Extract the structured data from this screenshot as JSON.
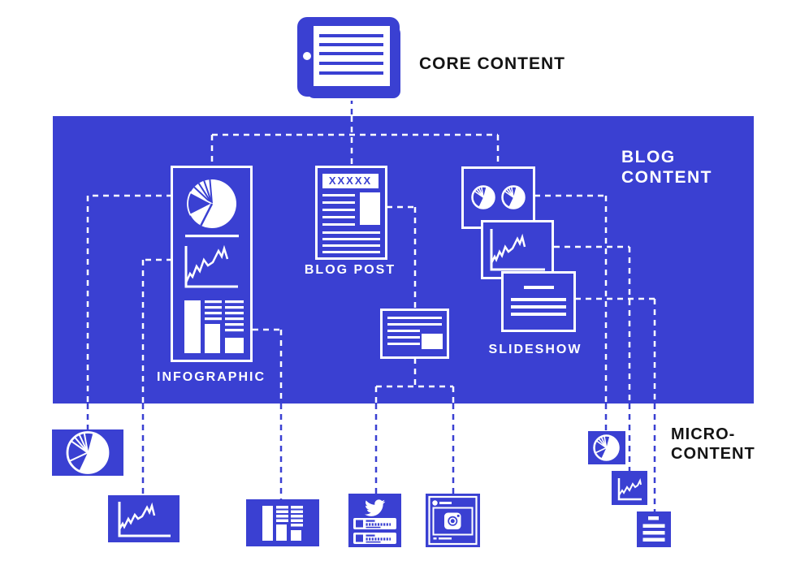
{
  "colors": {
    "brand_blue": "#3A40D2",
    "white": "#FFFFFF",
    "text_black": "#141414"
  },
  "core": {
    "label": "CORE CONTENT",
    "icon": "tablet-document-icon"
  },
  "blog": {
    "label_line1": "BLOG",
    "label_line2": "CONTENT",
    "items": [
      {
        "id": "infographic",
        "label": "INFOGRAPHIC",
        "icon": "infographic-icon"
      },
      {
        "id": "blog-post",
        "label": "BLOG POST",
        "header_text": "XXXXX",
        "icon": "article-icon"
      },
      {
        "id": "slideshow",
        "label": "SLIDESHOW",
        "icon": "slides-stack-icon"
      },
      {
        "id": "social-post",
        "label": "",
        "icon": "post-thumbnail-icon"
      }
    ]
  },
  "micro": {
    "label_line1": "MICRO-",
    "label_line2": "CONTENT",
    "items": [
      {
        "id": "pie-chart-large",
        "icon": "pie-chart-icon"
      },
      {
        "id": "line-graph-large",
        "icon": "line-graph-icon"
      },
      {
        "id": "bar-chart-text",
        "icon": "bar-chart-icon"
      },
      {
        "id": "twitter-posts",
        "icon": "twitter-posts-icon"
      },
      {
        "id": "instagram-post",
        "icon": "instagram-post-icon"
      },
      {
        "id": "pie-chart-small",
        "icon": "pie-chart-icon"
      },
      {
        "id": "line-graph-small",
        "icon": "line-graph-icon"
      },
      {
        "id": "document-small",
        "icon": "document-icon"
      }
    ]
  }
}
